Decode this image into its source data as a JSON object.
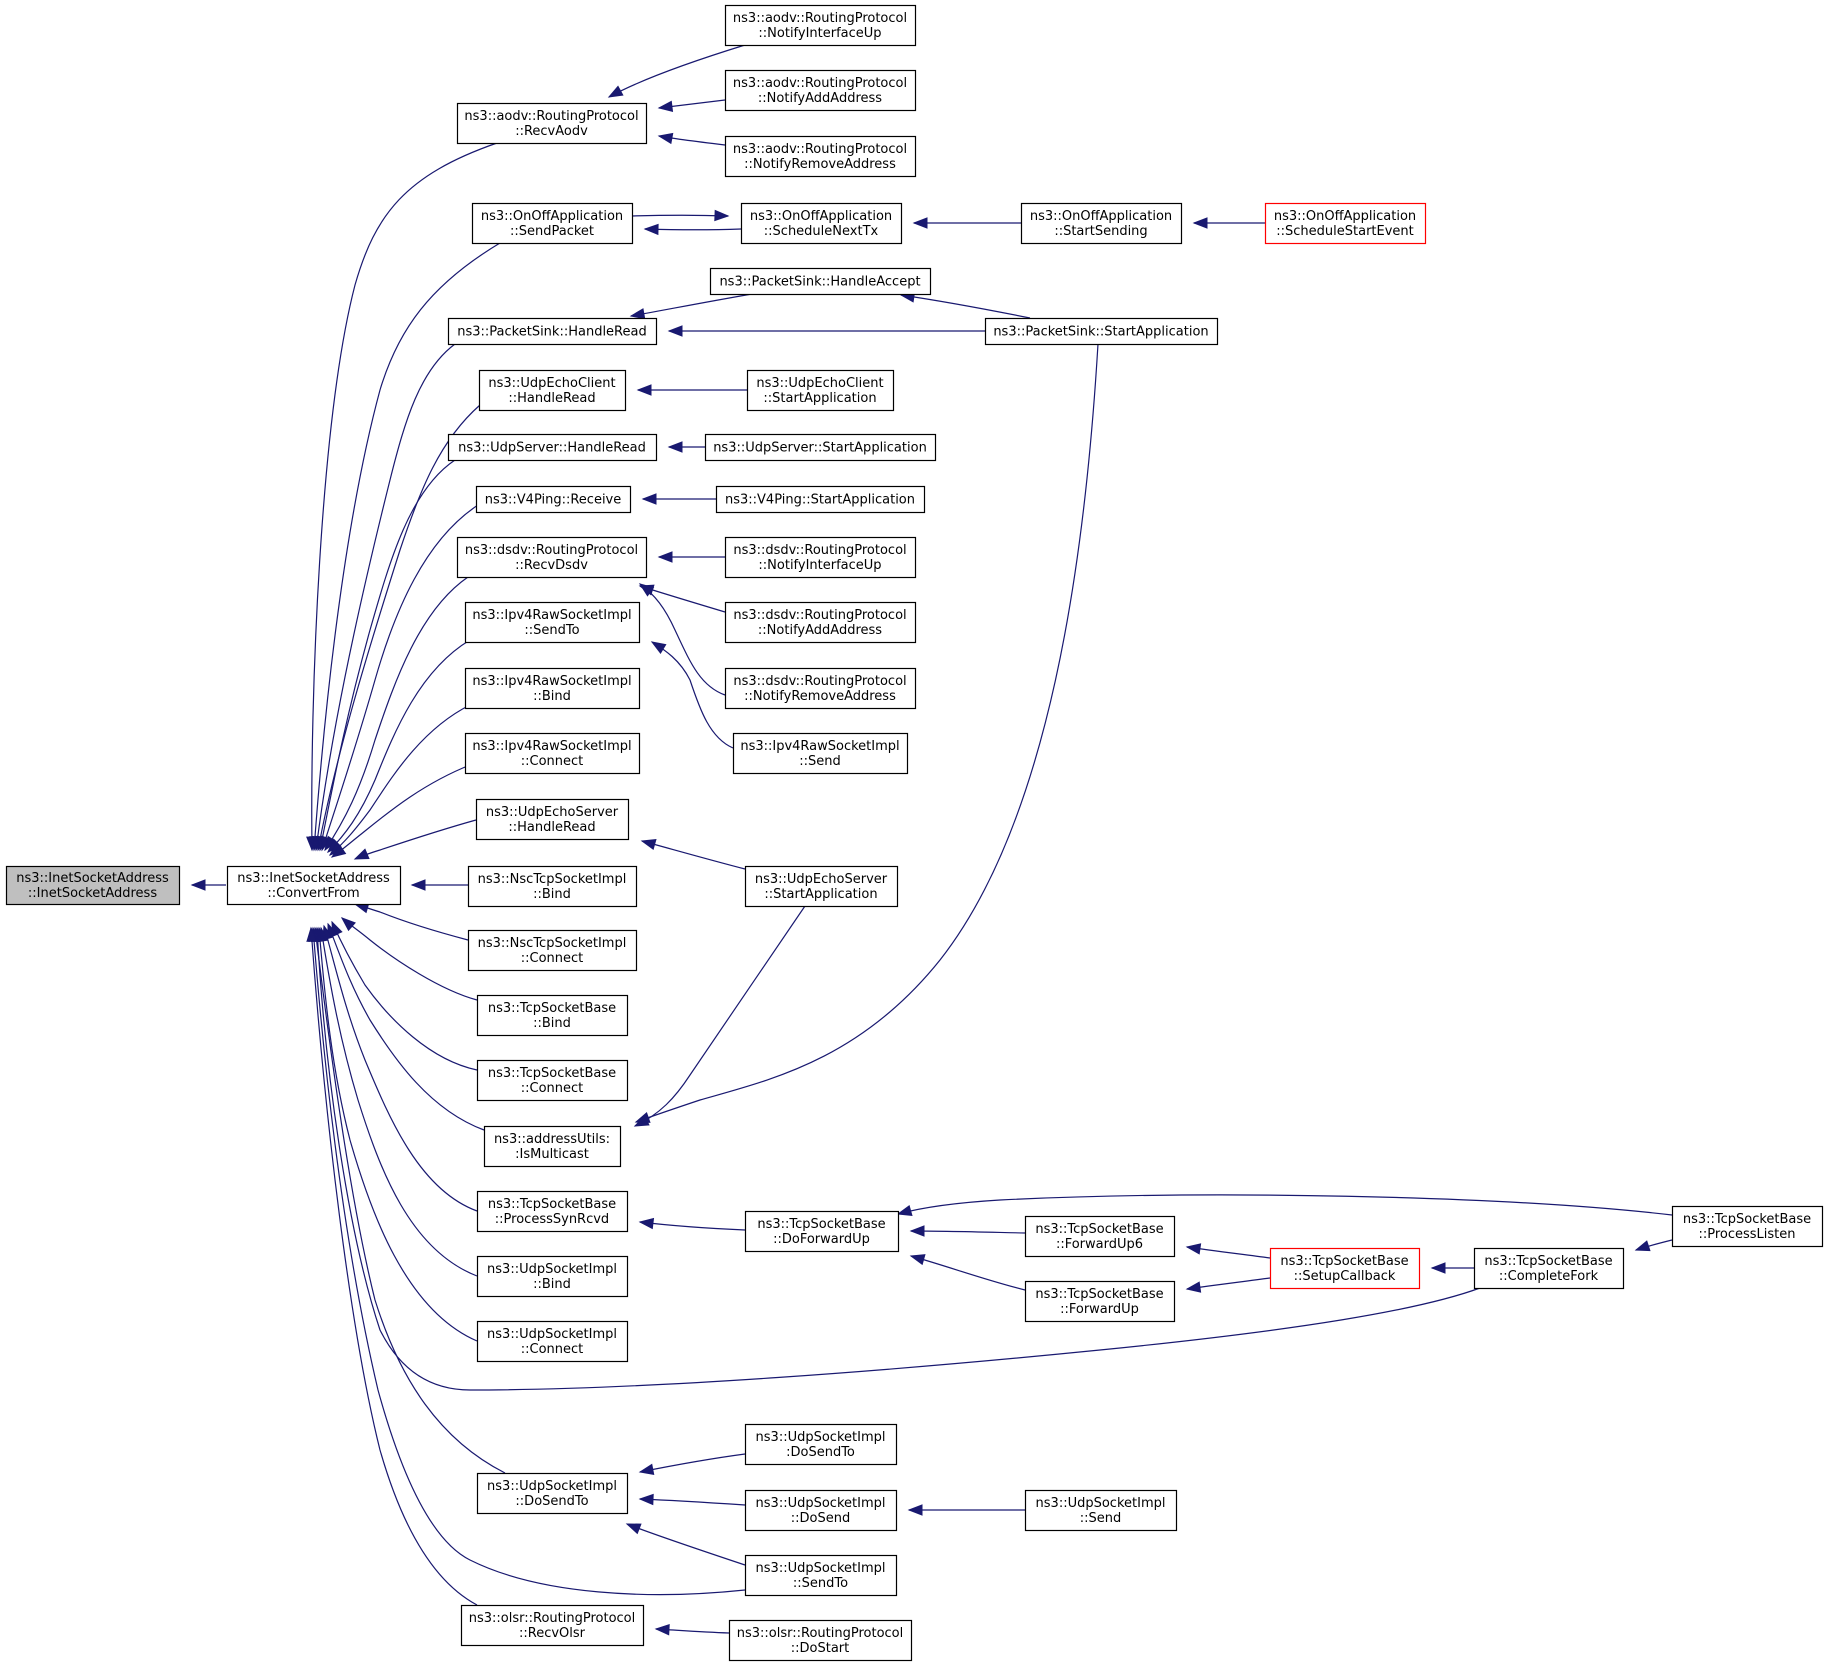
{
  "graph": {
    "edge_color": "#191970",
    "root_fill": "#bfbfbf",
    "truncated_node_border": "#ff0000",
    "nodes": [
      {
        "id": "n0",
        "lines": [
          "ns3::InetSocketAddress",
          "::InetSocketAddress"
        ],
        "style": "root"
      },
      {
        "id": "n1",
        "lines": [
          "ns3::InetSocketAddress",
          "::ConvertFrom"
        ]
      },
      {
        "id": "n2",
        "lines": [
          "ns3::aodv::RoutingProtocol",
          "::RecvAodv"
        ]
      },
      {
        "id": "n3",
        "lines": [
          "ns3::aodv::RoutingProtocol",
          "::NotifyInterfaceUp"
        ]
      },
      {
        "id": "n4",
        "lines": [
          "ns3::aodv::RoutingProtocol",
          "::NotifyAddAddress"
        ]
      },
      {
        "id": "n5",
        "lines": [
          "ns3::aodv::RoutingProtocol",
          "::NotifyRemoveAddress"
        ]
      },
      {
        "id": "n6",
        "lines": [
          "ns3::OnOffApplication",
          "::SendPacket"
        ]
      },
      {
        "id": "n7",
        "lines": [
          "ns3::OnOffApplication",
          "::ScheduleNextTx"
        ]
      },
      {
        "id": "n8",
        "lines": [
          "ns3::OnOffApplication",
          "::StartSending"
        ]
      },
      {
        "id": "n9",
        "lines": [
          "ns3::OnOffApplication",
          "::ScheduleStartEvent"
        ],
        "style": "red"
      },
      {
        "id": "n10",
        "lines": [
          "ns3::PacketSink::HandleAccept"
        ]
      },
      {
        "id": "n11",
        "lines": [
          "ns3::PacketSink::HandleRead"
        ]
      },
      {
        "id": "n12",
        "lines": [
          "ns3::PacketSink::StartApplication"
        ]
      },
      {
        "id": "n13",
        "lines": [
          "ns3::UdpEchoClient",
          "::HandleRead"
        ]
      },
      {
        "id": "n14",
        "lines": [
          "ns3::UdpEchoClient",
          "::StartApplication"
        ]
      },
      {
        "id": "n15",
        "lines": [
          "ns3::UdpServer::HandleRead"
        ]
      },
      {
        "id": "n16",
        "lines": [
          "ns3::UdpServer::StartApplication"
        ]
      },
      {
        "id": "n17",
        "lines": [
          "ns3::V4Ping::Receive"
        ]
      },
      {
        "id": "n18",
        "lines": [
          "ns3::V4Ping::StartApplication"
        ]
      },
      {
        "id": "n19",
        "lines": [
          "ns3::dsdv::RoutingProtocol",
          "::RecvDsdv"
        ]
      },
      {
        "id": "n20",
        "lines": [
          "ns3::dsdv::RoutingProtocol",
          "::NotifyInterfaceUp"
        ]
      },
      {
        "id": "n21",
        "lines": [
          "ns3::dsdv::RoutingProtocol",
          "::NotifyAddAddress"
        ]
      },
      {
        "id": "n22",
        "lines": [
          "ns3::dsdv::RoutingProtocol",
          "::NotifyRemoveAddress"
        ]
      },
      {
        "id": "n23",
        "lines": [
          "ns3::Ipv4RawSocketImpl",
          "::SendTo"
        ]
      },
      {
        "id": "n24",
        "lines": [
          "ns3::Ipv4RawSocketImpl",
          "::Send"
        ]
      },
      {
        "id": "n25",
        "lines": [
          "ns3::Ipv4RawSocketImpl",
          "::Bind"
        ]
      },
      {
        "id": "n26",
        "lines": [
          "ns3::Ipv4RawSocketImpl",
          "::Connect"
        ]
      },
      {
        "id": "n27",
        "lines": [
          "ns3::UdpEchoServer",
          "::HandleRead"
        ]
      },
      {
        "id": "n28",
        "lines": [
          "ns3::UdpEchoServer",
          "::StartApplication"
        ]
      },
      {
        "id": "n29",
        "lines": [
          "ns3::NscTcpSocketImpl",
          "::Bind"
        ]
      },
      {
        "id": "n30",
        "lines": [
          "ns3::NscTcpSocketImpl",
          "::Connect"
        ]
      },
      {
        "id": "n31",
        "lines": [
          "ns3::TcpSocketBase",
          "::Bind"
        ]
      },
      {
        "id": "n32",
        "lines": [
          "ns3::TcpSocketBase",
          "::Connect"
        ]
      },
      {
        "id": "n33",
        "lines": [
          "ns3::addressUtils:",
          ":IsMulticast"
        ]
      },
      {
        "id": "n34",
        "lines": [
          "ns3::TcpSocketBase",
          "::ProcessSynRcvd"
        ]
      },
      {
        "id": "n35",
        "lines": [
          "ns3::TcpSocketBase",
          "::DoForwardUp"
        ]
      },
      {
        "id": "n36",
        "lines": [
          "ns3::TcpSocketBase",
          "::ForwardUp6"
        ]
      },
      {
        "id": "n37",
        "lines": [
          "ns3::TcpSocketBase",
          "::ForwardUp"
        ]
      },
      {
        "id": "n38",
        "lines": [
          "ns3::TcpSocketBase",
          "::SetupCallback"
        ],
        "style": "red"
      },
      {
        "id": "n39",
        "lines": [
          "ns3::TcpSocketBase",
          "::CompleteFork"
        ]
      },
      {
        "id": "n40",
        "lines": [
          "ns3::TcpSocketBase",
          "::ProcessListen"
        ]
      },
      {
        "id": "n41",
        "lines": [
          "ns3::UdpSocketImpl",
          "::Bind"
        ]
      },
      {
        "id": "n42",
        "lines": [
          "ns3::UdpSocketImpl",
          "::Connect"
        ]
      },
      {
        "id": "n43",
        "lines": [
          "ns3::UdpSocketImpl",
          "::DoSendTo"
        ]
      },
      {
        "id": "n44",
        "lines": [
          "ns3::UdpSocketImpl",
          ":DoSendTo"
        ]
      },
      {
        "id": "n45",
        "lines": [
          "ns3::UdpSocketImpl",
          "::DoSend"
        ]
      },
      {
        "id": "n46",
        "lines": [
          "ns3::UdpSocketImpl",
          "::Send"
        ]
      },
      {
        "id": "n47",
        "lines": [
          "ns3::UdpSocketImpl",
          "::SendTo"
        ]
      },
      {
        "id": "n48",
        "lines": [
          "ns3::olsr::RoutingProtocol",
          "::RecvOlsr"
        ]
      },
      {
        "id": "n49",
        "lines": [
          "ns3::olsr::RoutingProtocol",
          "::DoStart"
        ]
      }
    ],
    "edges": [
      {
        "from": "n1",
        "to": "n0"
      },
      {
        "from": "n2",
        "to": "n1"
      },
      {
        "from": "n6",
        "to": "n1"
      },
      {
        "from": "n11",
        "to": "n1"
      },
      {
        "from": "n13",
        "to": "n1"
      },
      {
        "from": "n15",
        "to": "n1"
      },
      {
        "from": "n17",
        "to": "n1"
      },
      {
        "from": "n19",
        "to": "n1"
      },
      {
        "from": "n23",
        "to": "n1"
      },
      {
        "from": "n25",
        "to": "n1"
      },
      {
        "from": "n26",
        "to": "n1"
      },
      {
        "from": "n27",
        "to": "n1"
      },
      {
        "from": "n29",
        "to": "n1"
      },
      {
        "from": "n30",
        "to": "n1"
      },
      {
        "from": "n31",
        "to": "n1"
      },
      {
        "from": "n32",
        "to": "n1"
      },
      {
        "from": "n33",
        "to": "n1"
      },
      {
        "from": "n34",
        "to": "n1"
      },
      {
        "from": "n41",
        "to": "n1"
      },
      {
        "from": "n42",
        "to": "n1"
      },
      {
        "from": "n39",
        "to": "n1"
      },
      {
        "from": "n43",
        "to": "n1"
      },
      {
        "from": "n47",
        "to": "n1"
      },
      {
        "from": "n48",
        "to": "n1"
      },
      {
        "from": "n3",
        "to": "n2"
      },
      {
        "from": "n4",
        "to": "n2"
      },
      {
        "from": "n5",
        "to": "n2"
      },
      {
        "from": "n7",
        "to": "n6"
      },
      {
        "from": "n6",
        "to": "n7"
      },
      {
        "from": "n8",
        "to": "n7"
      },
      {
        "from": "n9",
        "to": "n8"
      },
      {
        "from": "n10",
        "to": "n11"
      },
      {
        "from": "n12",
        "to": "n11"
      },
      {
        "from": "n12",
        "to": "n10"
      },
      {
        "from": "n14",
        "to": "n13"
      },
      {
        "from": "n16",
        "to": "n15"
      },
      {
        "from": "n18",
        "to": "n17"
      },
      {
        "from": "n20",
        "to": "n19"
      },
      {
        "from": "n21",
        "to": "n19"
      },
      {
        "from": "n22",
        "to": "n19"
      },
      {
        "from": "n24",
        "to": "n23"
      },
      {
        "from": "n28",
        "to": "n27"
      },
      {
        "from": "n28",
        "to": "n33"
      },
      {
        "from": "n12",
        "to": "n33"
      },
      {
        "from": "n35",
        "to": "n34"
      },
      {
        "from": "n36",
        "to": "n35"
      },
      {
        "from": "n37",
        "to": "n35"
      },
      {
        "from": "n40",
        "to": "n35"
      },
      {
        "from": "n38",
        "to": "n36"
      },
      {
        "from": "n38",
        "to": "n37"
      },
      {
        "from": "n39",
        "to": "n38"
      },
      {
        "from": "n40",
        "to": "n39"
      },
      {
        "from": "n44",
        "to": "n43"
      },
      {
        "from": "n45",
        "to": "n43"
      },
      {
        "from": "n47",
        "to": "n43"
      },
      {
        "from": "n46",
        "to": "n45"
      },
      {
        "from": "n49",
        "to": "n48"
      }
    ]
  }
}
